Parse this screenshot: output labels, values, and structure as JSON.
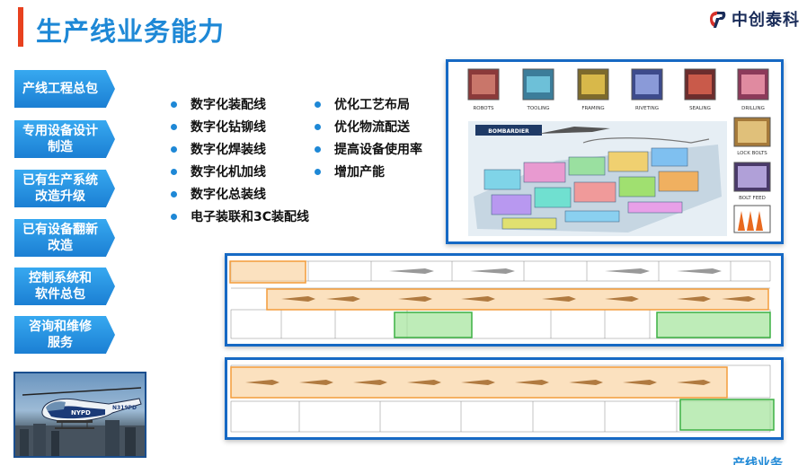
{
  "header": {
    "title": "生产线业务能力",
    "logo_text": "中创泰科"
  },
  "sidebar": {
    "items": [
      {
        "line1": "产线工程总包",
        "line2": ""
      },
      {
        "line1": "专用设备设计",
        "line2": "制造"
      },
      {
        "line1": "已有生产系统",
        "line2": "改造升级"
      },
      {
        "line1": "已有设备翻新",
        "line2": "改造"
      },
      {
        "line1": "控制系统和",
        "line2": "软件总包"
      },
      {
        "line1": "咨询和维修",
        "line2": "服务"
      }
    ]
  },
  "bullets": {
    "left": [
      "数字化装配线",
      "数字化钻铆线",
      "数字化焊装线",
      "数字化机加线",
      "数字化总装线",
      "电子装联和3C装配线"
    ],
    "right": [
      "优化工艺布局",
      "优化物流配送",
      "提高设备使用率",
      "增加产能"
    ]
  },
  "panel1": {
    "thumbs": [
      "ROBOTS",
      "TOOLING",
      "FRAMING",
      "RIVETING",
      "SEALING",
      "DRILLING"
    ],
    "side_thumbs": [
      "LOCK BOLTS",
      "BOLT FEED"
    ],
    "brand": "BOMBARDIER"
  },
  "heli": {
    "tail_text": "N319PD",
    "tail_text2": "NYPD"
  },
  "footer": {
    "text": "产线业务"
  },
  "colors": {
    "accent": "#1e88d6",
    "panel_border": "#1669c4",
    "orange": "#f39c3a",
    "green": "#5cc45c"
  }
}
